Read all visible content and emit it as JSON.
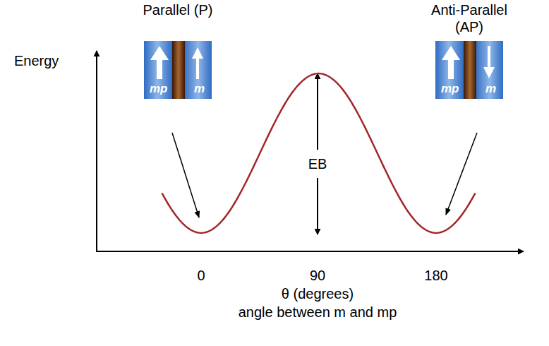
{
  "diagram": {
    "nodes": [
      {
        "text": [
          "Parallel (P)",
          "mp",
          "m"
        ]
      },
      {
        "text": [
          "Anti-Parallel (AP)",
          "mp",
          "m"
        ]
      }
    ],
    "labels": [
      "Energy",
      "EB",
      "0",
      "90",
      "180",
      "θ (degrees)",
      "angle between m and mp"
    ]
  }
}
